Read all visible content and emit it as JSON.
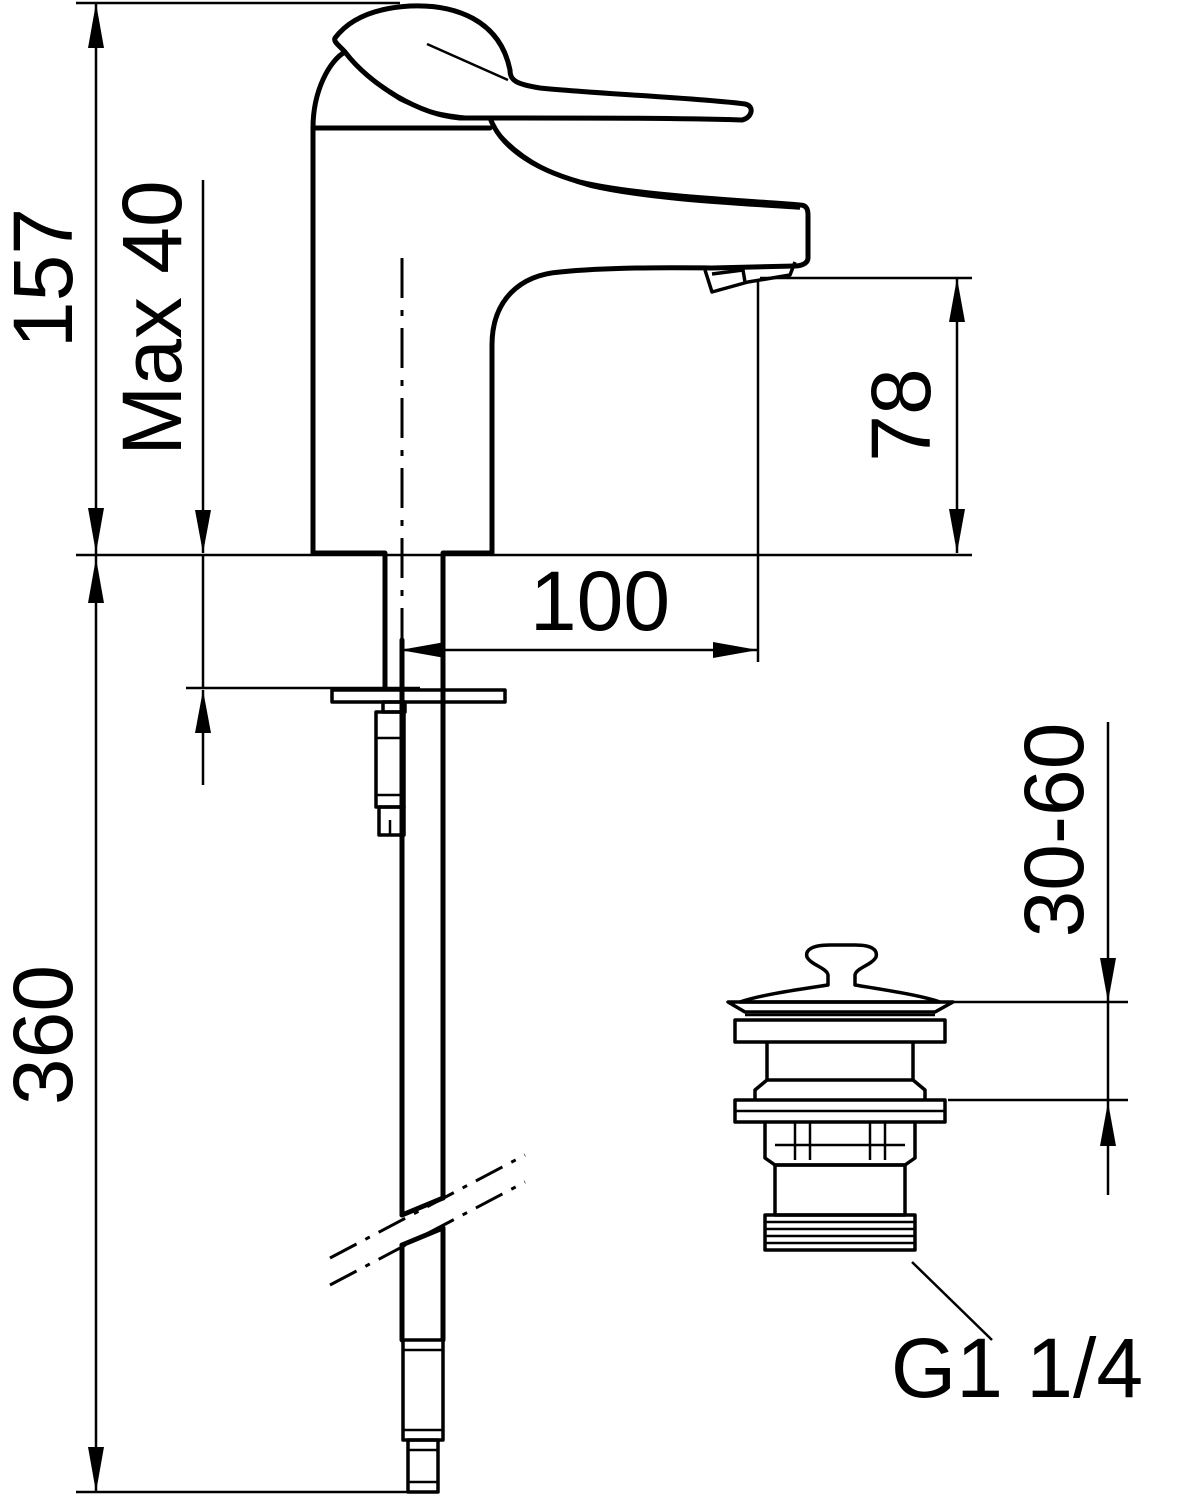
{
  "dimensions": {
    "height_above_deck": "157",
    "max_thickness": "Max 40",
    "spout_height": "78",
    "spout_reach": "100",
    "below_deck_length": "360",
    "waste_adjust_range": "30-60",
    "waste_thread": "G1 1/4"
  }
}
